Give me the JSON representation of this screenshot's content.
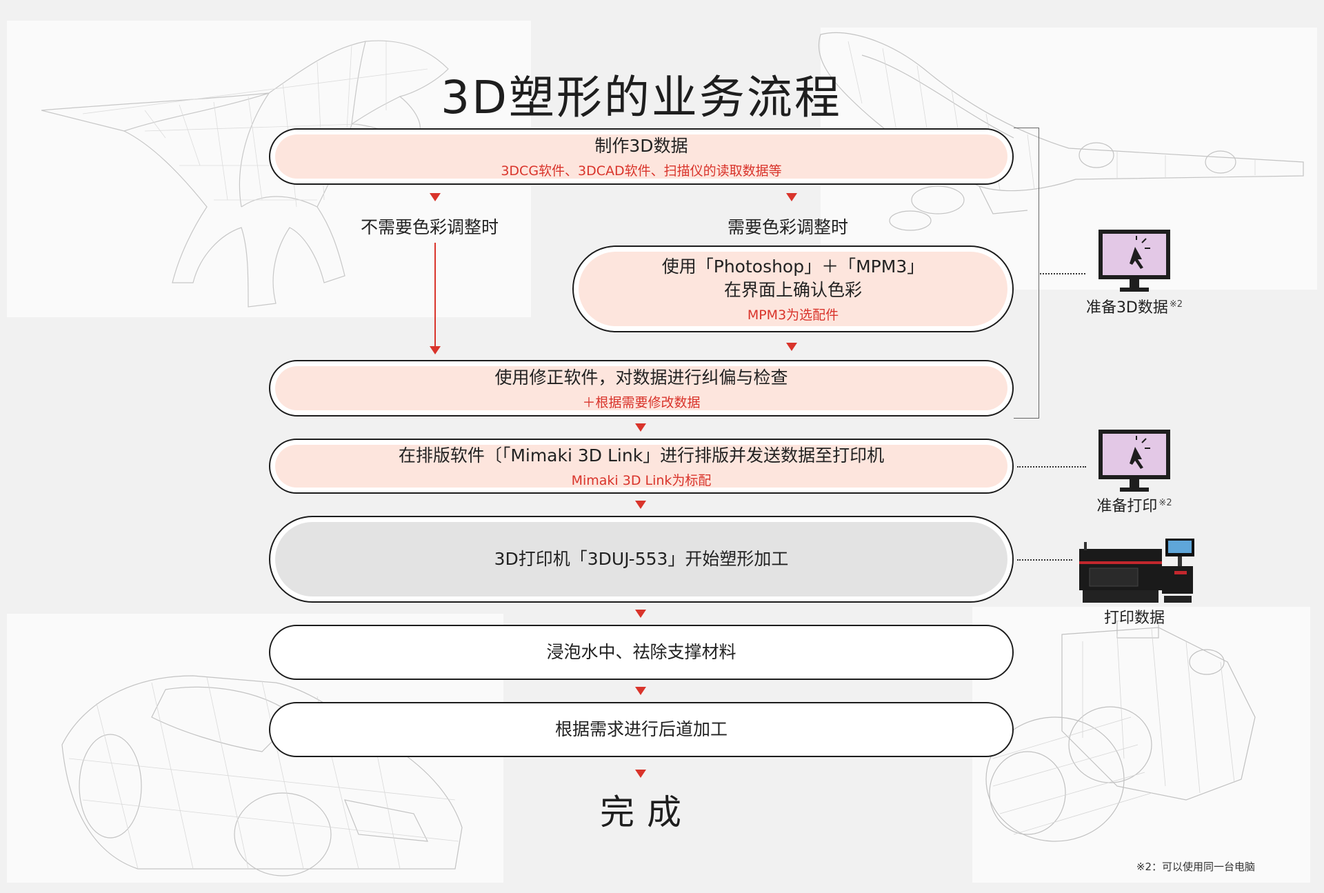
{
  "title": "3D塑形的业务流程",
  "steps": {
    "create": {
      "main": "制作3D数据",
      "sub": "3DCG软件、3DCAD软件、扫描仪的读取数据等"
    },
    "color": {
      "line1": "使用「Photoshop」＋「MPM3」",
      "line2": "在界面上确认色彩",
      "sub": "MPM3为选配件"
    },
    "fix": {
      "main": "使用修正软件，对数据进行纠偏与检查",
      "sub": "＋根据需要修改数据"
    },
    "layout": {
      "main": "在排版软件〔「Mimaki 3D Link」进行排版并发送数据至打印机",
      "sub": "Mimaki 3D Link为标配"
    },
    "print": {
      "main": "3D打印机「3DUJ-553」开始塑形加工"
    },
    "soak": {
      "main": "浸泡水中、祛除支撑材料"
    },
    "post": {
      "main": "根据需求进行后道加工"
    }
  },
  "branches": {
    "left": "不需要色彩调整时",
    "right": "需要色彩调整时"
  },
  "side": {
    "prep3d": "准备3D数据",
    "prep_print": "准备打印",
    "print_data": "打印数据",
    "note_mark": "※2"
  },
  "done": "完成",
  "footnote": "※2：可以使用同一台电脑",
  "colors": {
    "accent": "#d9342b",
    "pink_fill": "#fde5dd",
    "grey_fill": "#e3e3e3",
    "monitor_screen": "#e3c8e6"
  },
  "icons": [
    "monitor-cursor-icon",
    "3d-printer-icon",
    "dinosaur-wireframe",
    "airplane-wireframe",
    "car-wireframe",
    "camera-wireframe"
  ]
}
